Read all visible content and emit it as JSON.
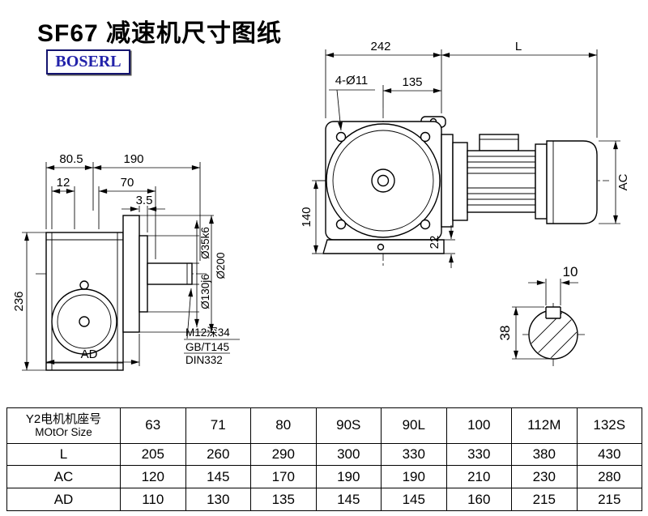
{
  "header": {
    "title": "SF67 减速机尺寸图纸",
    "logo": "BOSERL"
  },
  "left_view": {
    "dim_80_5": "80.5",
    "dim_190": "190",
    "dim_12": "12",
    "dim_70": "70",
    "dim_3_5": "3.5",
    "dim_236": "236",
    "dim_ad": "AD",
    "dia_shaft": "Ø35k6",
    "dia_spigot": "Ø130j6",
    "dia_flange": "Ø200",
    "note1": "M12深34",
    "note2": "GB/T145",
    "note3": "DIN332"
  },
  "front_view": {
    "dim_242": "242",
    "dim_l": "L",
    "dim_holes": "4-Ø11",
    "dim_135": "135",
    "dim_140": "140",
    "dim_22": "22",
    "dim_ac": "AC"
  },
  "shaft_section": {
    "dim_10": "10",
    "dim_38": "38"
  },
  "table": {
    "row_header_line1": "Y2电机机座号",
    "row_header_line2": "MOtOr Size",
    "sizes": [
      "63",
      "71",
      "80",
      "90S",
      "90L",
      "100",
      "112M",
      "132S"
    ],
    "rows": [
      {
        "label": "L",
        "values": [
          "205",
          "260",
          "290",
          "300",
          "330",
          "330",
          "380",
          "430"
        ]
      },
      {
        "label": "AC",
        "values": [
          "120",
          "145",
          "170",
          "190",
          "190",
          "210",
          "230",
          "280"
        ]
      },
      {
        "label": "AD",
        "values": [
          "110",
          "130",
          "135",
          "145",
          "145",
          "160",
          "215",
          "215"
        ]
      }
    ]
  }
}
